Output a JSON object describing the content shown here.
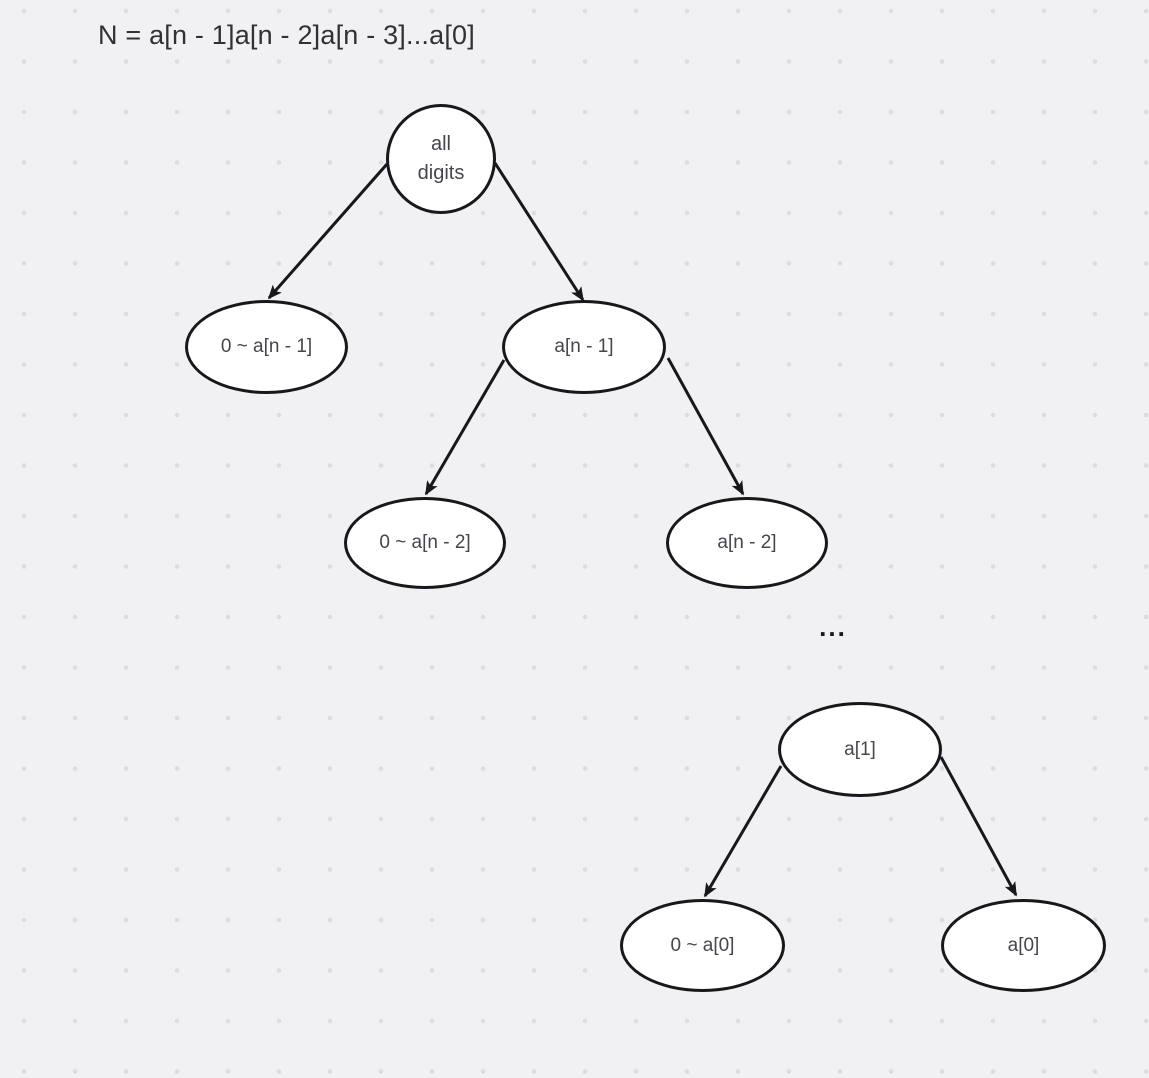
{
  "title": "N = a[n - 1]a[n - 2]a[n - 3]...a[0]",
  "diagram": {
    "type": "tree",
    "ellipsis": "...",
    "nodes": [
      {
        "id": "all-digits",
        "label": "all digits",
        "shape": "circle"
      },
      {
        "id": "range-n-1",
        "label": "0 ~ a[n - 1]",
        "shape": "ellipse"
      },
      {
        "id": "fixed-n-1",
        "label": "a[n - 1]",
        "shape": "ellipse"
      },
      {
        "id": "range-n-2",
        "label": "0 ~ a[n - 2]",
        "shape": "ellipse"
      },
      {
        "id": "fixed-n-2",
        "label": "a[n - 2]",
        "shape": "ellipse"
      },
      {
        "id": "fixed-1",
        "label": "a[1]",
        "shape": "ellipse"
      },
      {
        "id": "range-0",
        "label": "0 ~ a[0]",
        "shape": "ellipse"
      },
      {
        "id": "fixed-0",
        "label": "a[0]",
        "shape": "ellipse"
      }
    ],
    "edges": [
      {
        "from": "all-digits",
        "to": "range-n-1"
      },
      {
        "from": "all-digits",
        "to": "fixed-n-1"
      },
      {
        "from": "fixed-n-1",
        "to": "range-n-2"
      },
      {
        "from": "fixed-n-1",
        "to": "fixed-n-2"
      },
      {
        "from": "fixed-1",
        "to": "range-0"
      },
      {
        "from": "fixed-1",
        "to": "fixed-0"
      }
    ],
    "colors": {
      "background": "#f1f1f3",
      "grid_dot": "#dcdce2",
      "node_fill": "#ffffff",
      "node_border": "#17171c",
      "edge": "#17171c",
      "node_text": "#45454d",
      "title_text": "#303036"
    }
  }
}
